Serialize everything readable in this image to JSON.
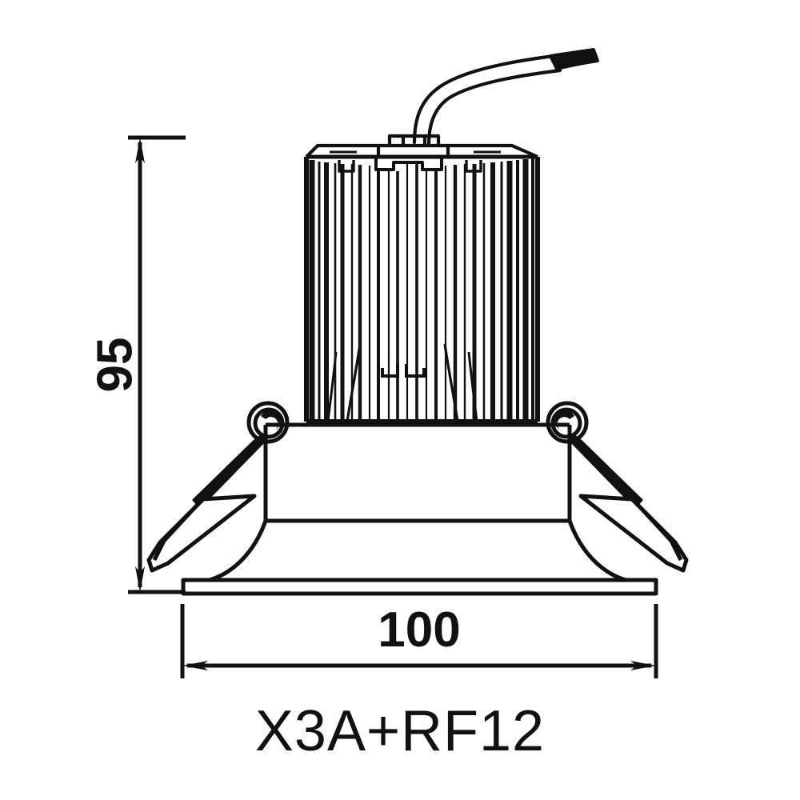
{
  "drawing": {
    "type": "technical-dimension-drawing",
    "subject": "recessed-led-downlight",
    "background_color": "#ffffff",
    "line_color": "#111111",
    "caption": "X3A+RF12",
    "dimensions": {
      "height": {
        "value": "95",
        "label": "95",
        "orientation": "vertical",
        "unit_implied": "mm",
        "text_rotation_deg": -90
      },
      "width": {
        "value": "100",
        "label": "100",
        "orientation": "horizontal",
        "unit_implied": "mm",
        "text_rotation_deg": 0
      }
    },
    "parts": [
      {
        "name": "power-cable",
        "description": "curved lead wire exiting top with black connector tip"
      },
      {
        "name": "heat-sink",
        "description": "finned aluminium heat sink body"
      },
      {
        "name": "top-cap",
        "description": "cable gland boss at top centre"
      },
      {
        "name": "spring-clip-left",
        "description": "torsion mounting spring, left"
      },
      {
        "name": "spring-clip-right",
        "description": "torsion mounting spring, right"
      },
      {
        "name": "housing-body",
        "description": "cylindrical lamp body below heat sink"
      },
      {
        "name": "trim-ring",
        "description": "flared bezel with flat face plate"
      }
    ]
  }
}
